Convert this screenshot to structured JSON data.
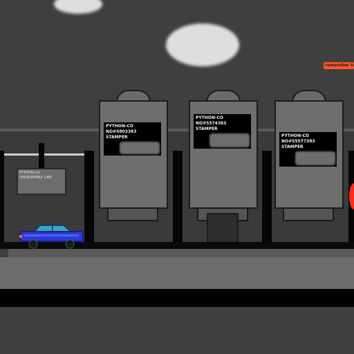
{
  "hud": {
    "remember_text": "remember to"
  },
  "machines": [
    {
      "company": "PYTHON-CO",
      "number": "NO#5803383",
      "role": "STAMPER"
    },
    {
      "company": "PYTHON-CO",
      "number": "NO#5574383",
      "role": "STAMPER"
    },
    {
      "company": "PYTHON-CO",
      "number": "NO#55577383",
      "role": "STAMPER"
    }
  ],
  "sign": {
    "line1": "PYTHON-CO",
    "line2": "DISSESEMBLY LINE"
  },
  "colors": {
    "car": "#2a3ad8",
    "car_window": "#39a8b8",
    "alert": "#ff3b1a",
    "hud_text": "#ff5a2a"
  }
}
